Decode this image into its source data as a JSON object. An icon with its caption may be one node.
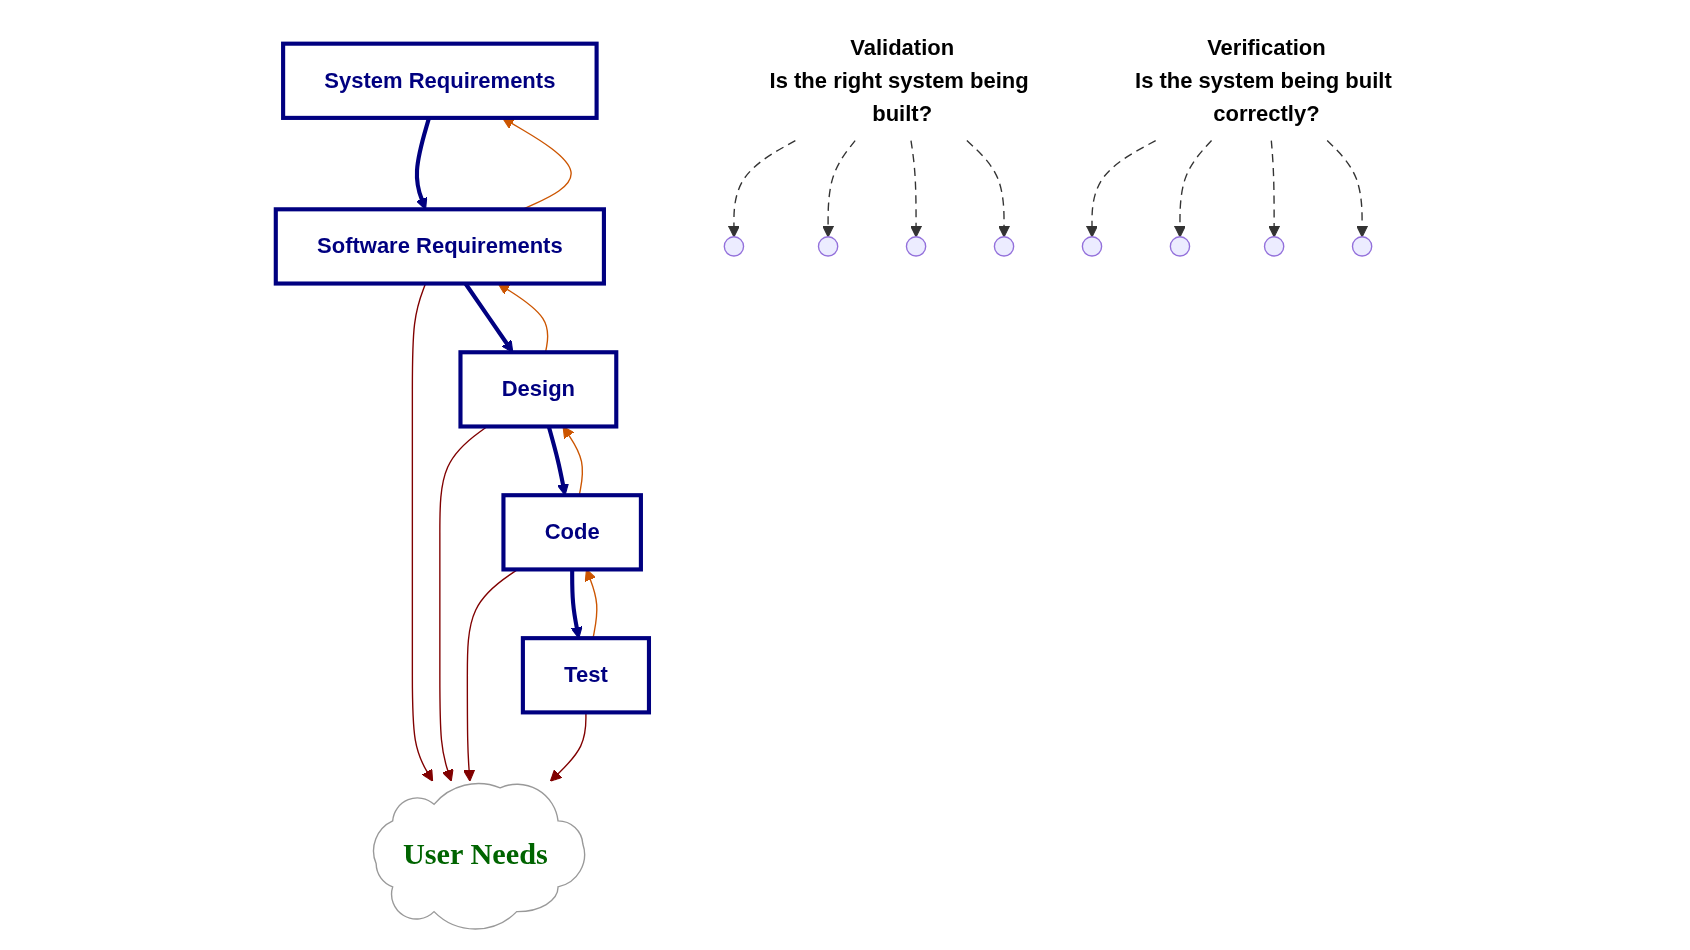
{
  "diagram": {
    "nodes": [
      {
        "text": [
          "User Needs"
        ]
      },
      {
        "text": [
          "System Requirements"
        ]
      },
      {
        "text": [
          "Software Requirements"
        ]
      },
      {
        "text": [
          "Design"
        ]
      },
      {
        "text": [
          "Code"
        ]
      },
      {
        "text": [
          "Test"
        ]
      },
      {
        "text": [
          "Validation",
          "Is the right system being built?"
        ]
      },
      {
        "text": [
          "Verification",
          "Is the system being built correctly?"
        ]
      }
    ],
    "edges": [
      {
        "from": 1,
        "to": 2,
        "arrow": "to",
        "style": "thick",
        "color": "#000080"
      },
      {
        "from": 2,
        "to": 3,
        "arrow": "to",
        "style": "thick",
        "color": "#000080"
      },
      {
        "from": 3,
        "to": 4,
        "arrow": "to",
        "style": "thick",
        "color": "#000080"
      },
      {
        "from": 4,
        "to": 5,
        "arrow": "to",
        "style": "thick",
        "color": "#000080"
      },
      {
        "from": 2,
        "to": 1,
        "arrow": "to",
        "color": "#cc5500"
      },
      {
        "from": 3,
        "to": 2,
        "arrow": "to",
        "color": "#cc5500"
      },
      {
        "from": 4,
        "to": 3,
        "arrow": "to",
        "color": "#cc5500"
      },
      {
        "from": 5,
        "to": 4,
        "arrow": "to",
        "color": "#cc5500"
      },
      {
        "from": 2,
        "to": 0,
        "arrow": "to",
        "color": "#800000"
      },
      {
        "from": 3,
        "to": 0,
        "arrow": "to",
        "color": "#800000"
      },
      {
        "from": 4,
        "to": 0,
        "arrow": "to",
        "color": "#800000"
      },
      {
        "from": 5,
        "to": 0,
        "arrow": "to",
        "color": "#800000"
      },
      {
        "from": 6,
        "to": null,
        "arrow": "to",
        "style": "dashed"
      },
      {
        "from": 6,
        "to": null,
        "arrow": "to",
        "style": "dashed"
      },
      {
        "from": 6,
        "to": null,
        "arrow": "to",
        "style": "dashed"
      },
      {
        "from": 6,
        "to": null,
        "arrow": "to",
        "style": "dashed"
      },
      {
        "from": 7,
        "to": null,
        "arrow": "to",
        "style": "dashed"
      },
      {
        "from": 7,
        "to": null,
        "arrow": "to",
        "style": "dashed"
      },
      {
        "from": 7,
        "to": null,
        "arrow": "to",
        "style": "dashed"
      },
      {
        "from": 7,
        "to": null,
        "arrow": "to",
        "style": "dashed"
      }
    ]
  }
}
